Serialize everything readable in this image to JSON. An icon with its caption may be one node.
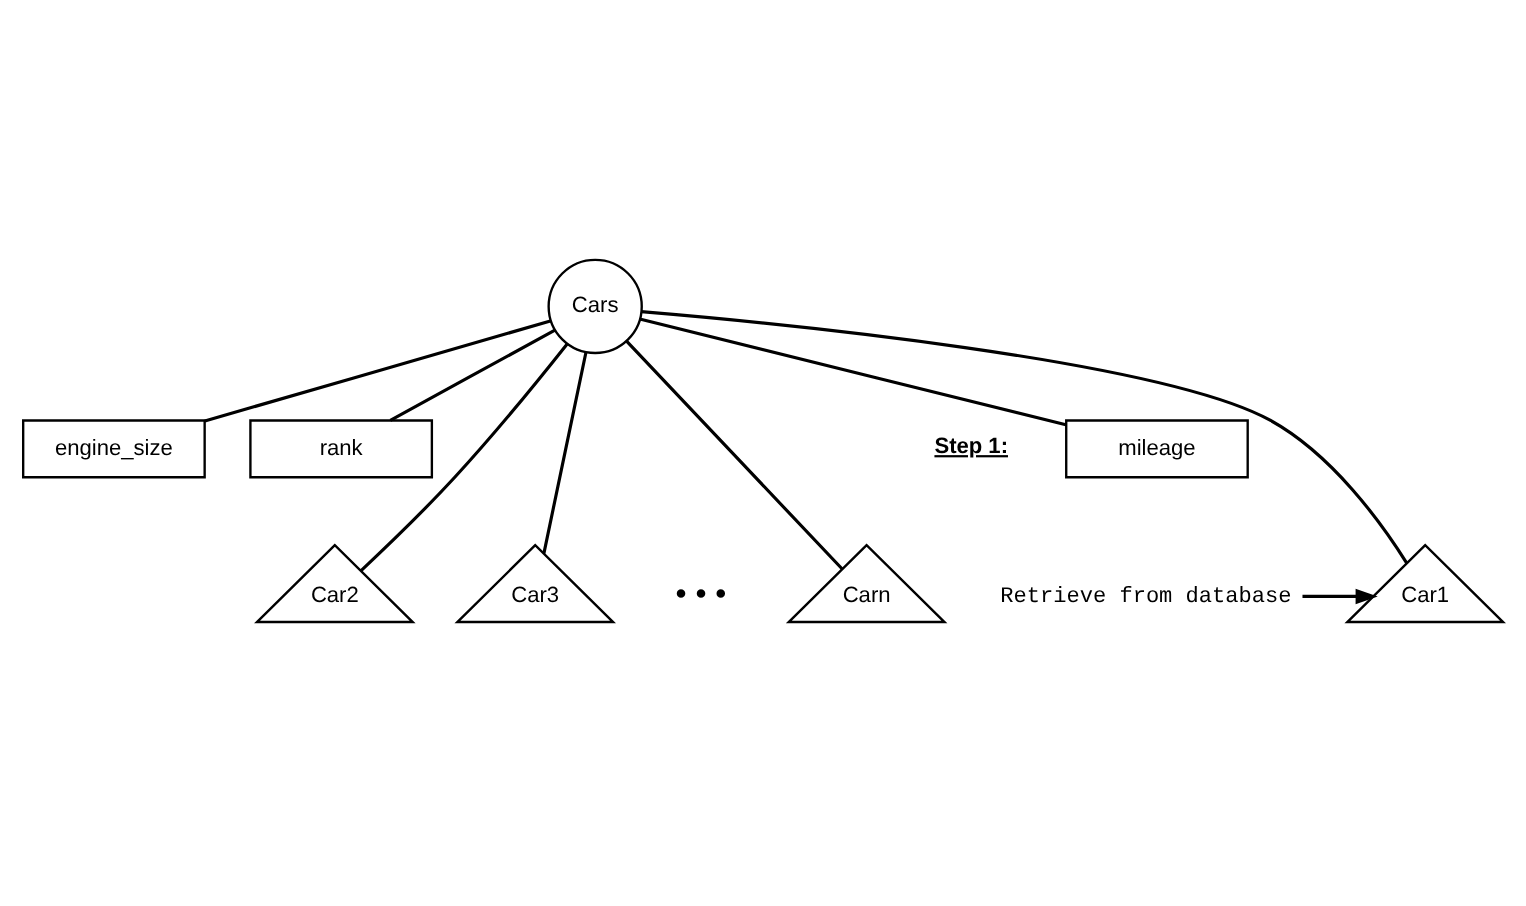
{
  "diagram": {
    "nodes": [
      {
        "text": [
          "Cars"
        ]
      },
      {
        "text": [
          "mileage"
        ]
      },
      {
        "text": [
          "engine_size"
        ]
      },
      {
        "text": [
          "rank"
        ]
      },
      {
        "text": [
          "Car1"
        ]
      },
      {
        "text": [
          "Car2"
        ]
      },
      {
        "text": [
          "Car3"
        ]
      },
      {
        "text": [
          "Carn"
        ]
      },
      {
        "text": [
          "Retrieve from database"
        ]
      }
    ],
    "edges": [
      {
        "from": 0,
        "to": 1,
        "arrow": "none"
      },
      {
        "from": 0,
        "to": 2,
        "arrow": "none"
      },
      {
        "from": 0,
        "to": 3,
        "arrow": "none"
      },
      {
        "from": 0,
        "to": 4,
        "arrow": "none"
      },
      {
        "from": 0,
        "to": 5,
        "arrow": "none"
      },
      {
        "from": 0,
        "to": 6,
        "arrow": "none"
      },
      {
        "from": 0,
        "to": 7,
        "arrow": "none"
      },
      {
        "from": 8,
        "to": 4,
        "arrow": "to"
      }
    ],
    "labels": [
      "Step 1:",
      "• • •"
    ]
  }
}
